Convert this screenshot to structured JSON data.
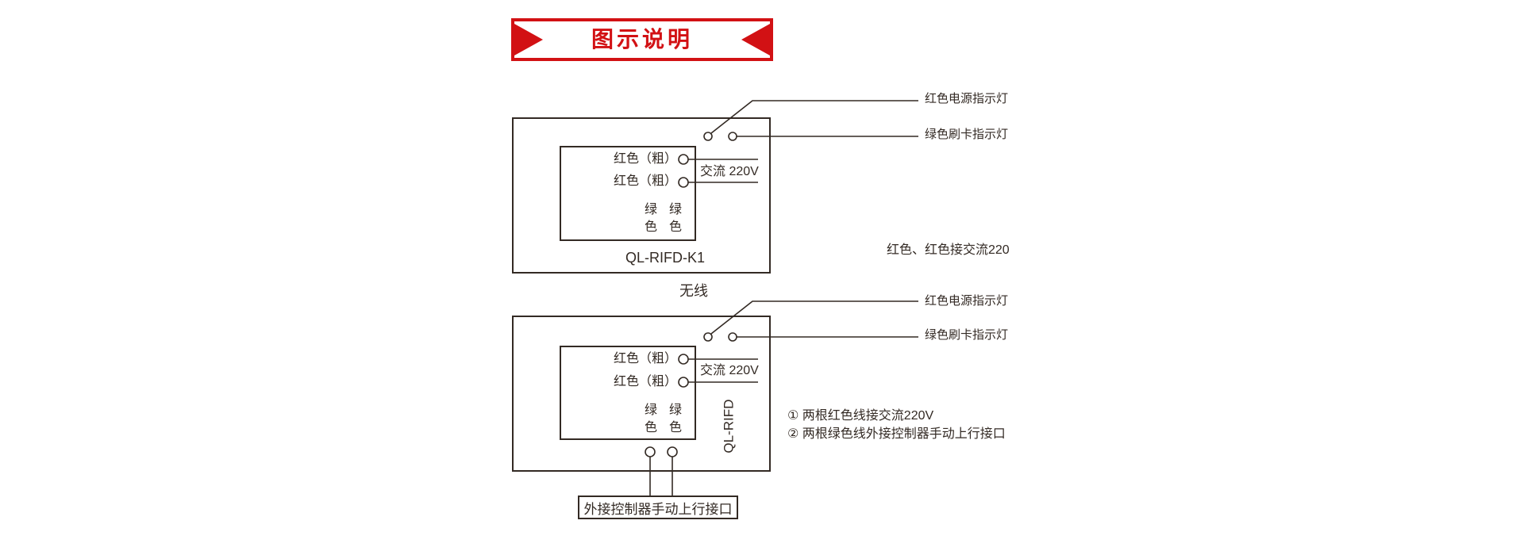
{
  "banner": {
    "title": "图示说明",
    "accent_color": "#d21114"
  },
  "diagram1": {
    "device_label": "QL-RIFD-K1",
    "mode_label": "无线",
    "red_wire_row1": "红色（粗）",
    "red_wire_row2": "红色（粗）",
    "ac_label": "交流 220V",
    "green_wire_col1": "绿色",
    "green_wire_col2": "绿色",
    "power_indicator_label": "红色电源指示灯",
    "card_indicator_label": "绿色刷卡指示灯",
    "side_note": "红色、红色接交流220"
  },
  "diagram2": {
    "device_label": "QL-RIFD",
    "red_wire_row1": "红色（粗）",
    "red_wire_row2": "红色（粗）",
    "ac_label": "交流 220V",
    "green_wire_col1": "绿色",
    "green_wire_col2": "绿色",
    "power_indicator_label": "红色电源指示灯",
    "card_indicator_label": "绿色刷卡指示灯",
    "connector_label": "外接控制器手动上行接口",
    "notes": [
      "① 两根红色线接交流220V",
      "② 两根绿色线外接控制器手动上行接口"
    ]
  },
  "colors": {
    "ink": "#332a24",
    "background": "#ffffff"
  }
}
